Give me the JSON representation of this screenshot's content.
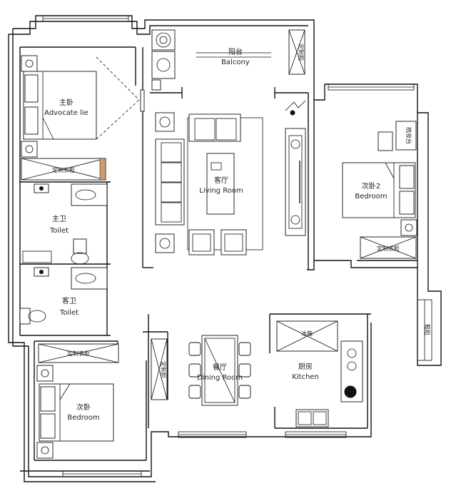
{
  "rooms": {
    "balcony": {
      "zh": "阳台",
      "en": "Balcony"
    },
    "master_bedroom": {
      "zh": "主卧",
      "en": "Advocate lie"
    },
    "living_room": {
      "zh": "客厅",
      "en": "Living Room"
    },
    "second_bedroom_2": {
      "zh": "次卧2",
      "en": "Bedroom"
    },
    "master_toilet": {
      "zh": "主卫",
      "en": "Toilet"
    },
    "guest_toilet": {
      "zh": "客卫",
      "en": "Toilet"
    },
    "dining_room": {
      "zh": "餐厅",
      "en": "Dining Room"
    },
    "kitchen": {
      "zh": "厨房",
      "en": "Kitchen"
    },
    "second_bedroom": {
      "zh": "次卧",
      "en": "Bedroom"
    }
  },
  "fixtures": {
    "wardrobe_master": "定制衣柜",
    "wardrobe_second2": "定制衣柜",
    "wardrobe_second": "定制衣柜",
    "balcony_cabinet": "定制柜",
    "desk": "梳妆台",
    "shoe_cabinet": "鞋柜",
    "fridge": "冰箱",
    "side_cabinet": "定制柜"
  }
}
